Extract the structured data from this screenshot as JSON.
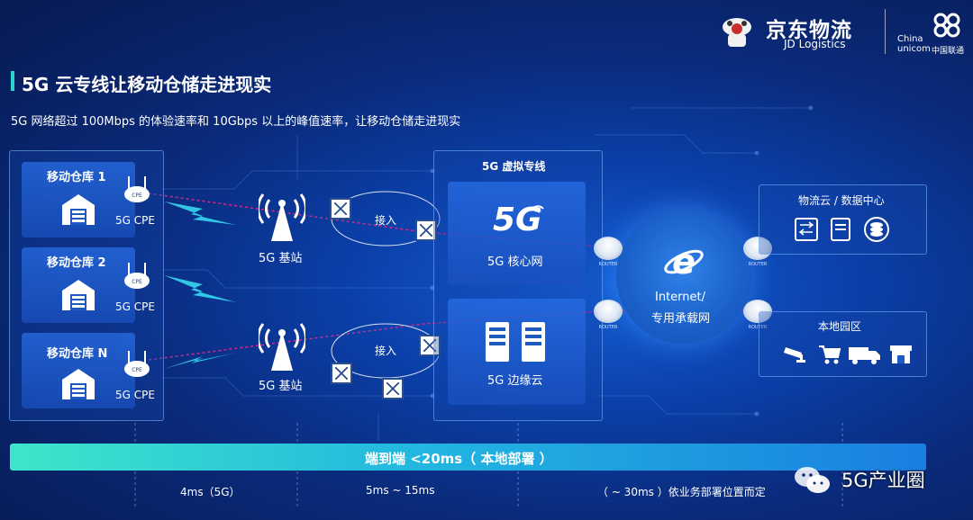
{
  "header": {
    "title": "5G 云专线让移动仓储走进现实",
    "subtitle": "5G 网络超过 100Mbps 的体验速率和 10Gbps 以上的峰值速率，让移动仓储走进现实",
    "jd_logo_cn": "京东物流",
    "jd_logo_en": "JD Logistics",
    "unicom_logo_en1": "China",
    "unicom_logo_en2": "unicom",
    "unicom_logo_cn": "中国联通"
  },
  "warehouses": [
    {
      "label": "移动仓库 1",
      "cpe": "5G CPE"
    },
    {
      "label": "移动仓库 2",
      "cpe": "5G CPE"
    },
    {
      "label": "移动仓库 N",
      "cpe": "5G CPE"
    }
  ],
  "base_stations": [
    {
      "label": "5G 基站",
      "access": "接入"
    },
    {
      "label": "5G 基站",
      "access": "接入"
    }
  ],
  "virtual_line": {
    "title": "5G 虚拟专线",
    "core_logo": "5G",
    "core_label": "5G 核心网",
    "edge_label": "5G 边缘云"
  },
  "router_label": "ROUTER",
  "internet": {
    "line1": "Internet/",
    "line2": "专用承载网"
  },
  "logistics_cloud": {
    "title": "物流云 / 数据中心"
  },
  "local_park": {
    "title": "本地园区"
  },
  "latency": {
    "bar_label": "端到端 <20ms（ 本地部署 ）",
    "seg1": "4ms（5G）",
    "seg2": "5ms ~ 15ms",
    "seg3": "（ ~ 30ms ）依业务部署位置而定"
  },
  "watermark": "5G产业圈",
  "colors": {
    "accent": "#2bd6d0",
    "link": "#d12a8a",
    "bar_start": "#3ee6c9",
    "bar_end": "#1a7fe0"
  }
}
